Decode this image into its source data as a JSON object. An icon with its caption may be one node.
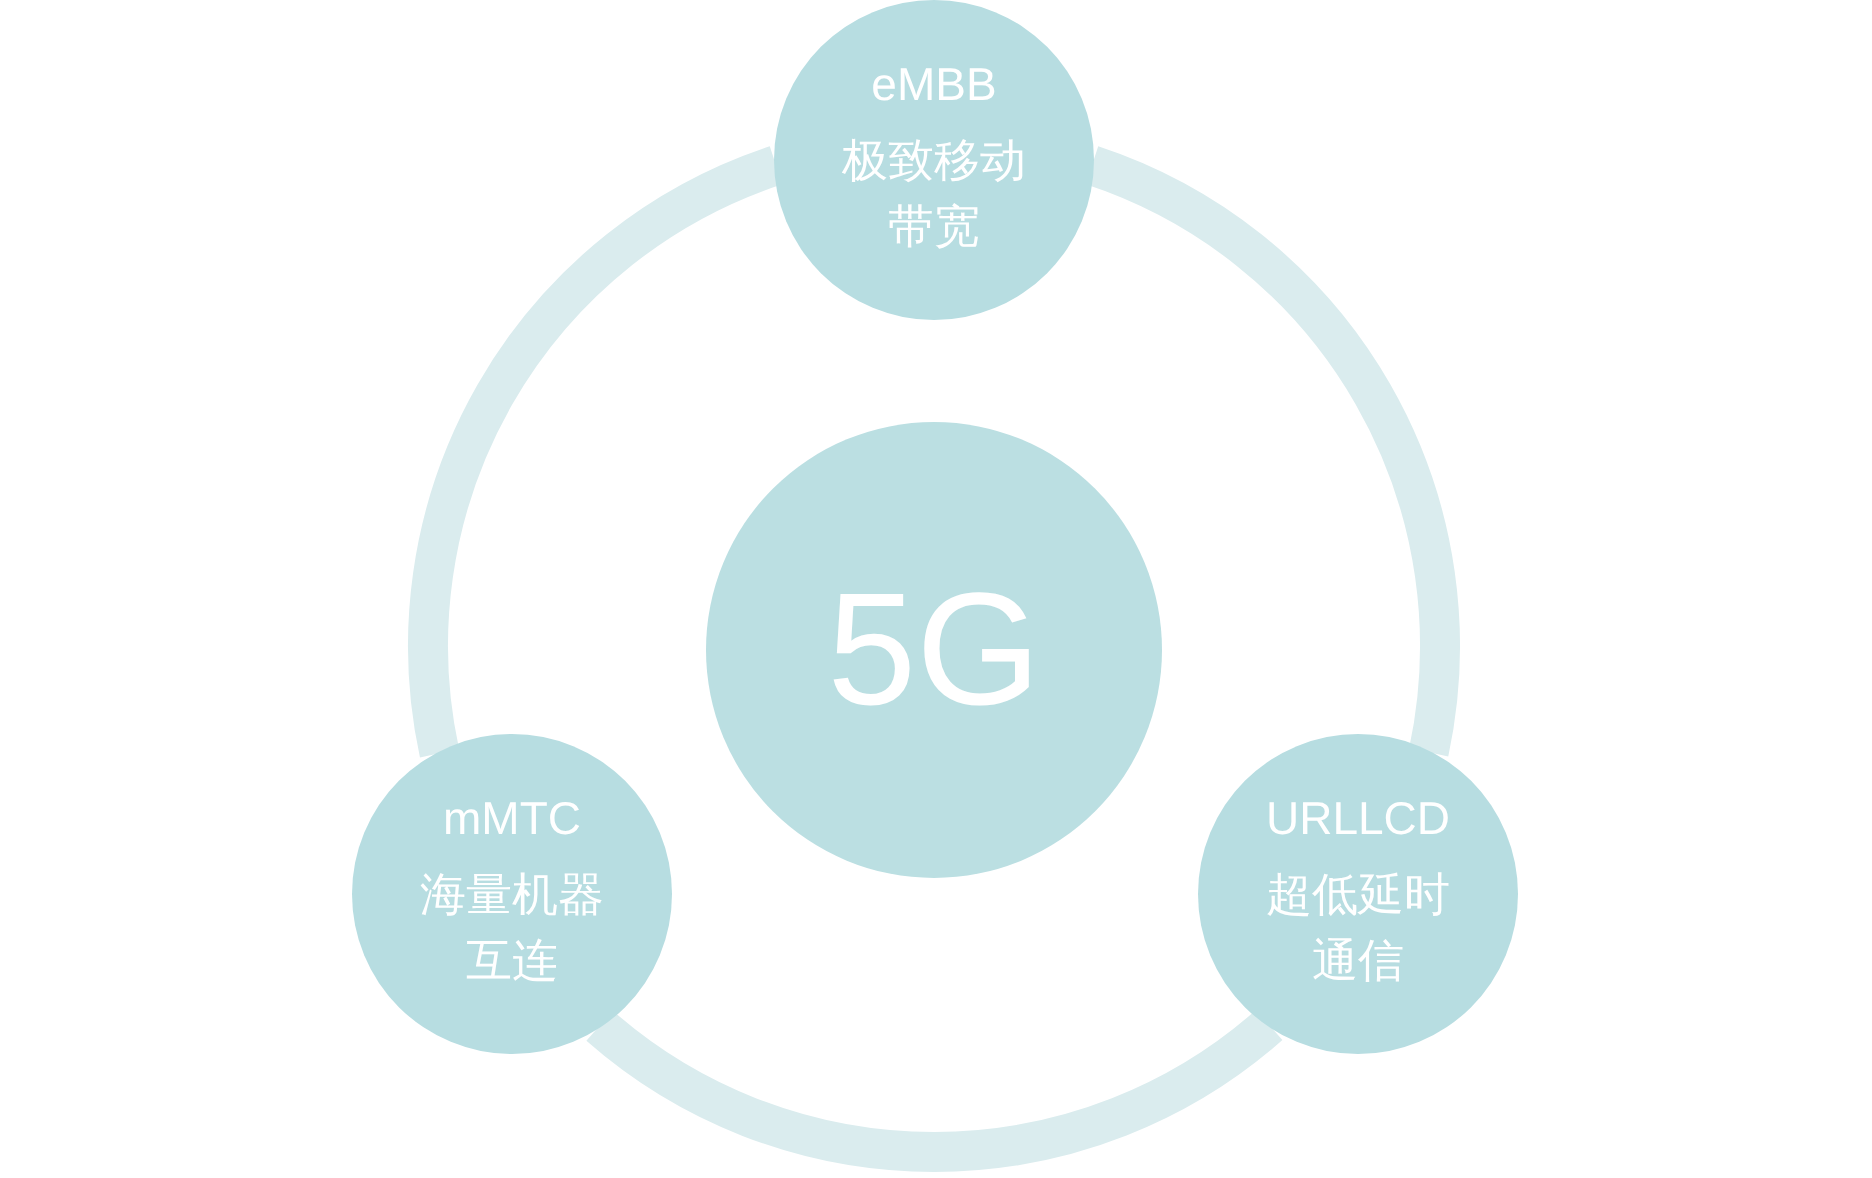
{
  "diagram": {
    "nodes": [
      {
        "text": [
          "eMBB",
          "极致移动带宽"
        ]
      },
      {
        "text": [
          "5G"
        ]
      },
      {
        "text": [
          "mMTC",
          "海量机器互连"
        ]
      },
      {
        "text": [
          "URLLCD",
          "超低延时通信"
        ]
      }
    ],
    "edges": [
      {
        "from": 0,
        "to": 3,
        "arrow": "none"
      },
      {
        "from": 3,
        "to": 2,
        "arrow": "none"
      },
      {
        "from": 2,
        "to": 0,
        "arrow": "none"
      }
    ]
  }
}
